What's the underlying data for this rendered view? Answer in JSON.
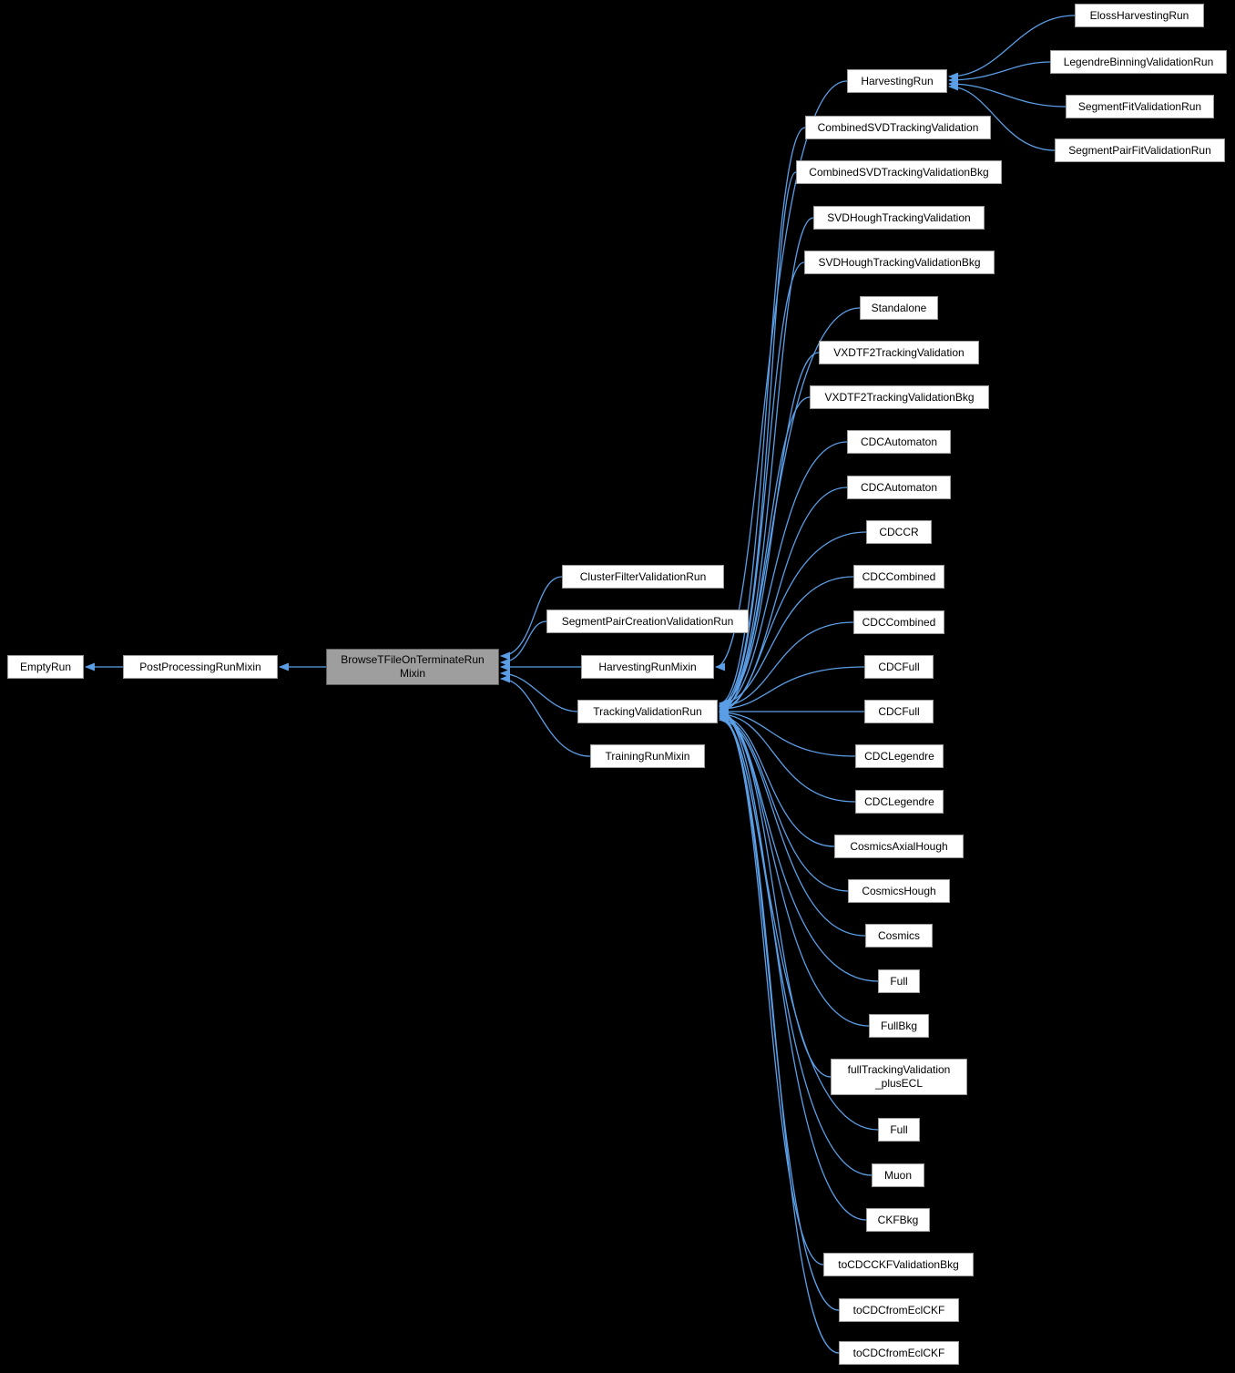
{
  "nodes": {
    "emptyRun": "EmptyRun",
    "postProcessingRunMixin": "PostProcessingRunMixin",
    "browseTFileOnTerminateRunMixin": {
      "line1": "BrowseTFileOnTerminateRun",
      "line2": "Mixin"
    },
    "clusterFilterValidationRun": "ClusterFilterValidationRun",
    "segmentPairCreationValidationRun": "SegmentPairCreationValidationRun",
    "harvestingRunMixin": "HarvestingRunMixin",
    "trackingValidationRun": "TrackingValidationRun",
    "trainingRunMixin": "TrainingRunMixin",
    "harvestingRun": "HarvestingRun",
    "elossHarvestingRun": "ElossHarvestingRun",
    "legendreBinningValidationRun": "LegendreBinningValidationRun",
    "segmentFitValidationRun": "SegmentFitValidationRun",
    "segmentPairFitValidationRun": "SegmentPairFitValidationRun",
    "combinedSVDTrackingValidation": "CombinedSVDTrackingValidation",
    "combinedSVDTrackingValidationBkg": "CombinedSVDTrackingValidationBkg",
    "svdHoughTrackingValidation": "SVDHoughTrackingValidation",
    "svdHoughTrackingValidationBkg": "SVDHoughTrackingValidationBkg",
    "standalone": "Standalone",
    "vxdtf2TrackingValidation": "VXDTF2TrackingValidation",
    "vxdtf2TrackingValidationBkg": "VXDTF2TrackingValidationBkg",
    "cdcAutomaton1": "CDCAutomaton",
    "cdcAutomaton2": "CDCAutomaton",
    "cdcCR": "CDCCR",
    "cdcCombined1": "CDCCombined",
    "cdcCombined2": "CDCCombined",
    "cdcFull1": "CDCFull",
    "cdcFull2": "CDCFull",
    "cdcLegendre1": "CDCLegendre",
    "cdcLegendre2": "CDCLegendre",
    "cosmicsAxialHough": "CosmicsAxialHough",
    "cosmicsHough": "CosmicsHough",
    "cosmics": "Cosmics",
    "full1": "Full",
    "fullBkg": "FullBkg",
    "fullTrackingValidationPlusECL": {
      "line1": "fullTrackingValidation",
      "line2": "_plusECL"
    },
    "full2": "Full",
    "muon": "Muon",
    "ckfBkg": "CKFBkg",
    "toCDCCKFValidationBkg": "toCDCCKFValidationBkg",
    "toCDCfromEclCKF1": "toCDCfromEclCKF",
    "toCDCfromEclCKF2": "toCDCfromEclCKF"
  },
  "colors": {
    "background": "#000000",
    "edge": "#5b9ee5",
    "node_fill": "#ffffff",
    "current_node_fill": "#9e9e9e"
  }
}
